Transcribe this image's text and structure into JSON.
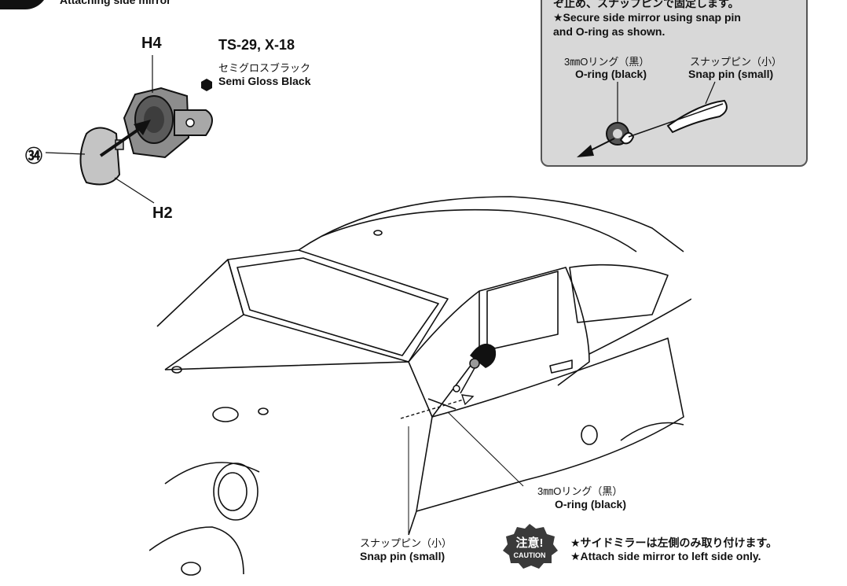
{
  "step": {
    "title": "Attaching side mirror"
  },
  "parts": {
    "h4": "H4",
    "h2": "H2",
    "part_34": "㉞"
  },
  "paint": {
    "code": "TS-29, X-18",
    "name_jp": "セミグロスブラック",
    "name_en": "Semi Gloss Black"
  },
  "note_box": {
    "line_jp": "ぞ止め、スナップピンで固定します。",
    "line_en_1": "★Secure side mirror using snap pin",
    "line_en_2": "and O-ring as shown.",
    "oring_jp": "3㎜Oリング（黒）",
    "oring_en": "O-ring (black)",
    "snap_jp": "スナップピン（小）",
    "snap_en": "Snap pin (small)"
  },
  "callouts": {
    "oring_jp": "3㎜Oリング（黒）",
    "oring_en": "O-ring (black)",
    "snap_jp": "スナップピン（小）",
    "snap_en": "Snap pin (small)"
  },
  "caution": {
    "badge_jp": "注意!",
    "badge_en": "CAUTION",
    "text_jp": "★サイドミラーは左側のみ取り付けます。",
    "text_en": "★Attach side mirror to left side only."
  },
  "colors": {
    "ink": "#111111",
    "box_gray": "#d8d8d8",
    "part_gray": "#9a9a9a",
    "badge": "#3a3a3a"
  }
}
